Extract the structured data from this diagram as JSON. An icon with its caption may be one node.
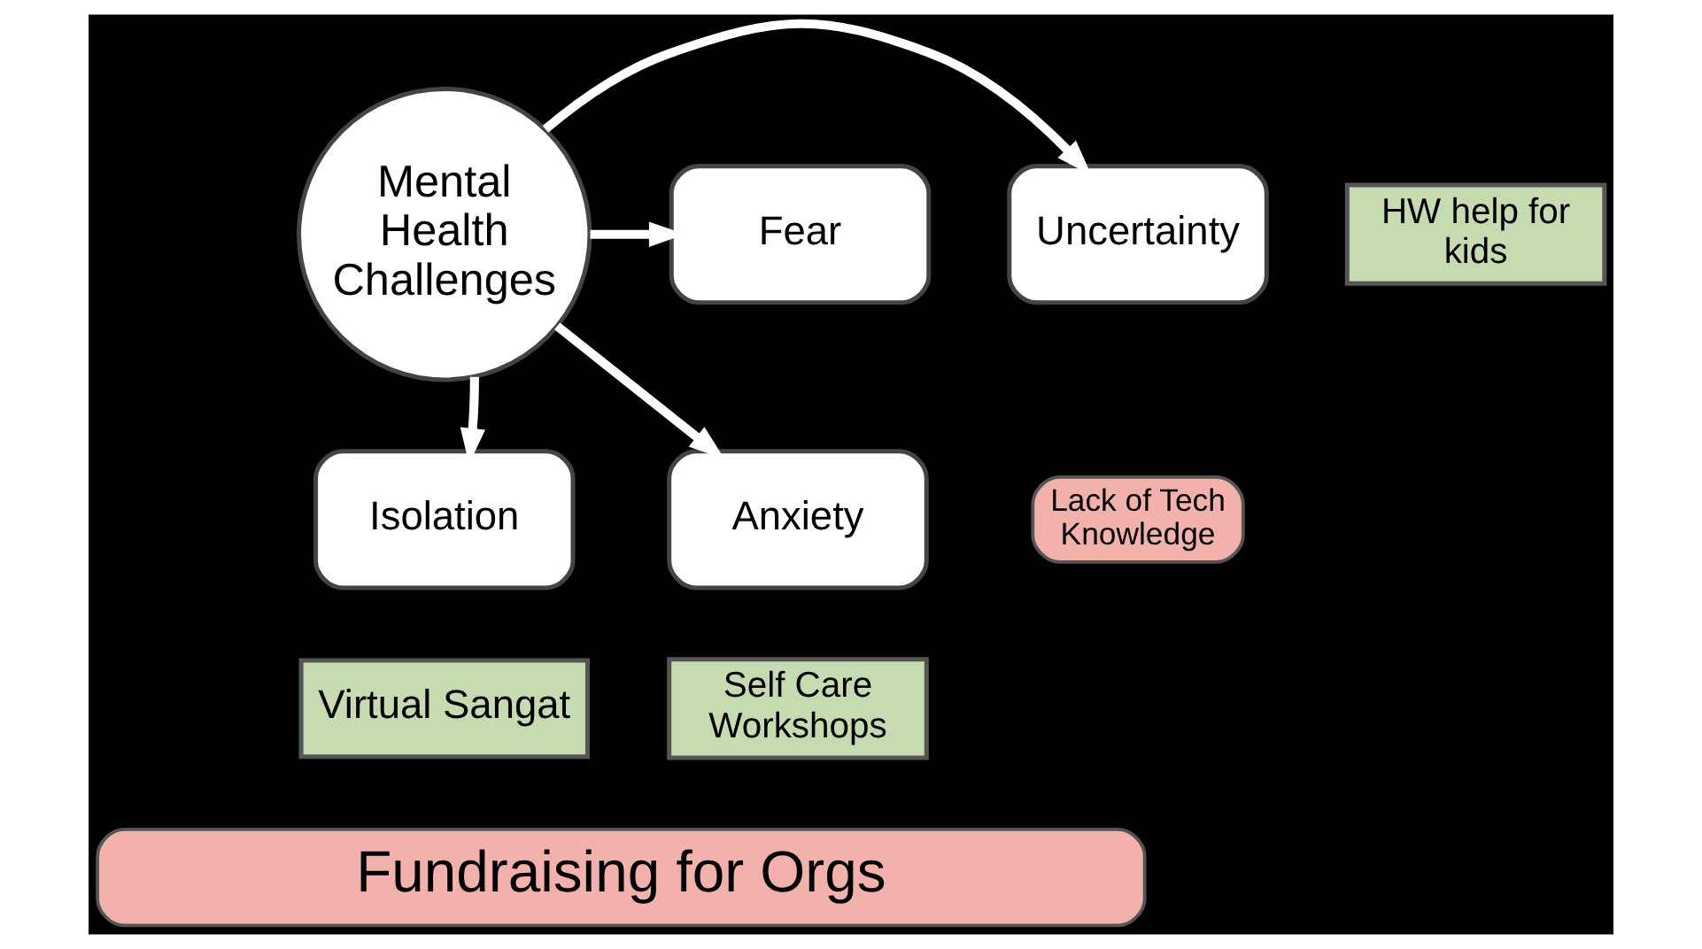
{
  "diagram": {
    "nodes": [
      {
        "text": [
          "Mental Health Challenges"
        ]
      },
      {
        "text": [
          "Fear"
        ]
      },
      {
        "text": [
          "Uncertainty"
        ]
      },
      {
        "text": [
          "HW help for kids"
        ]
      },
      {
        "text": [
          "Anxiety"
        ]
      },
      {
        "text": [
          "Isolation"
        ]
      },
      {
        "text": [
          "Lack of Tech Knowledge"
        ]
      },
      {
        "text": [
          "Self Care Workshops"
        ]
      },
      {
        "text": [
          "Virtual Sangat"
        ]
      },
      {
        "text": [
          "Fundraising for Orgs"
        ]
      }
    ],
    "edges": [
      {
        "from": 0,
        "to": 1,
        "arrow": "to"
      },
      {
        "from": 0,
        "to": 2,
        "arrow": "to"
      },
      {
        "from": 0,
        "to": 4,
        "arrow": "to"
      },
      {
        "from": 0,
        "to": 5,
        "arrow": "to"
      }
    ]
  }
}
